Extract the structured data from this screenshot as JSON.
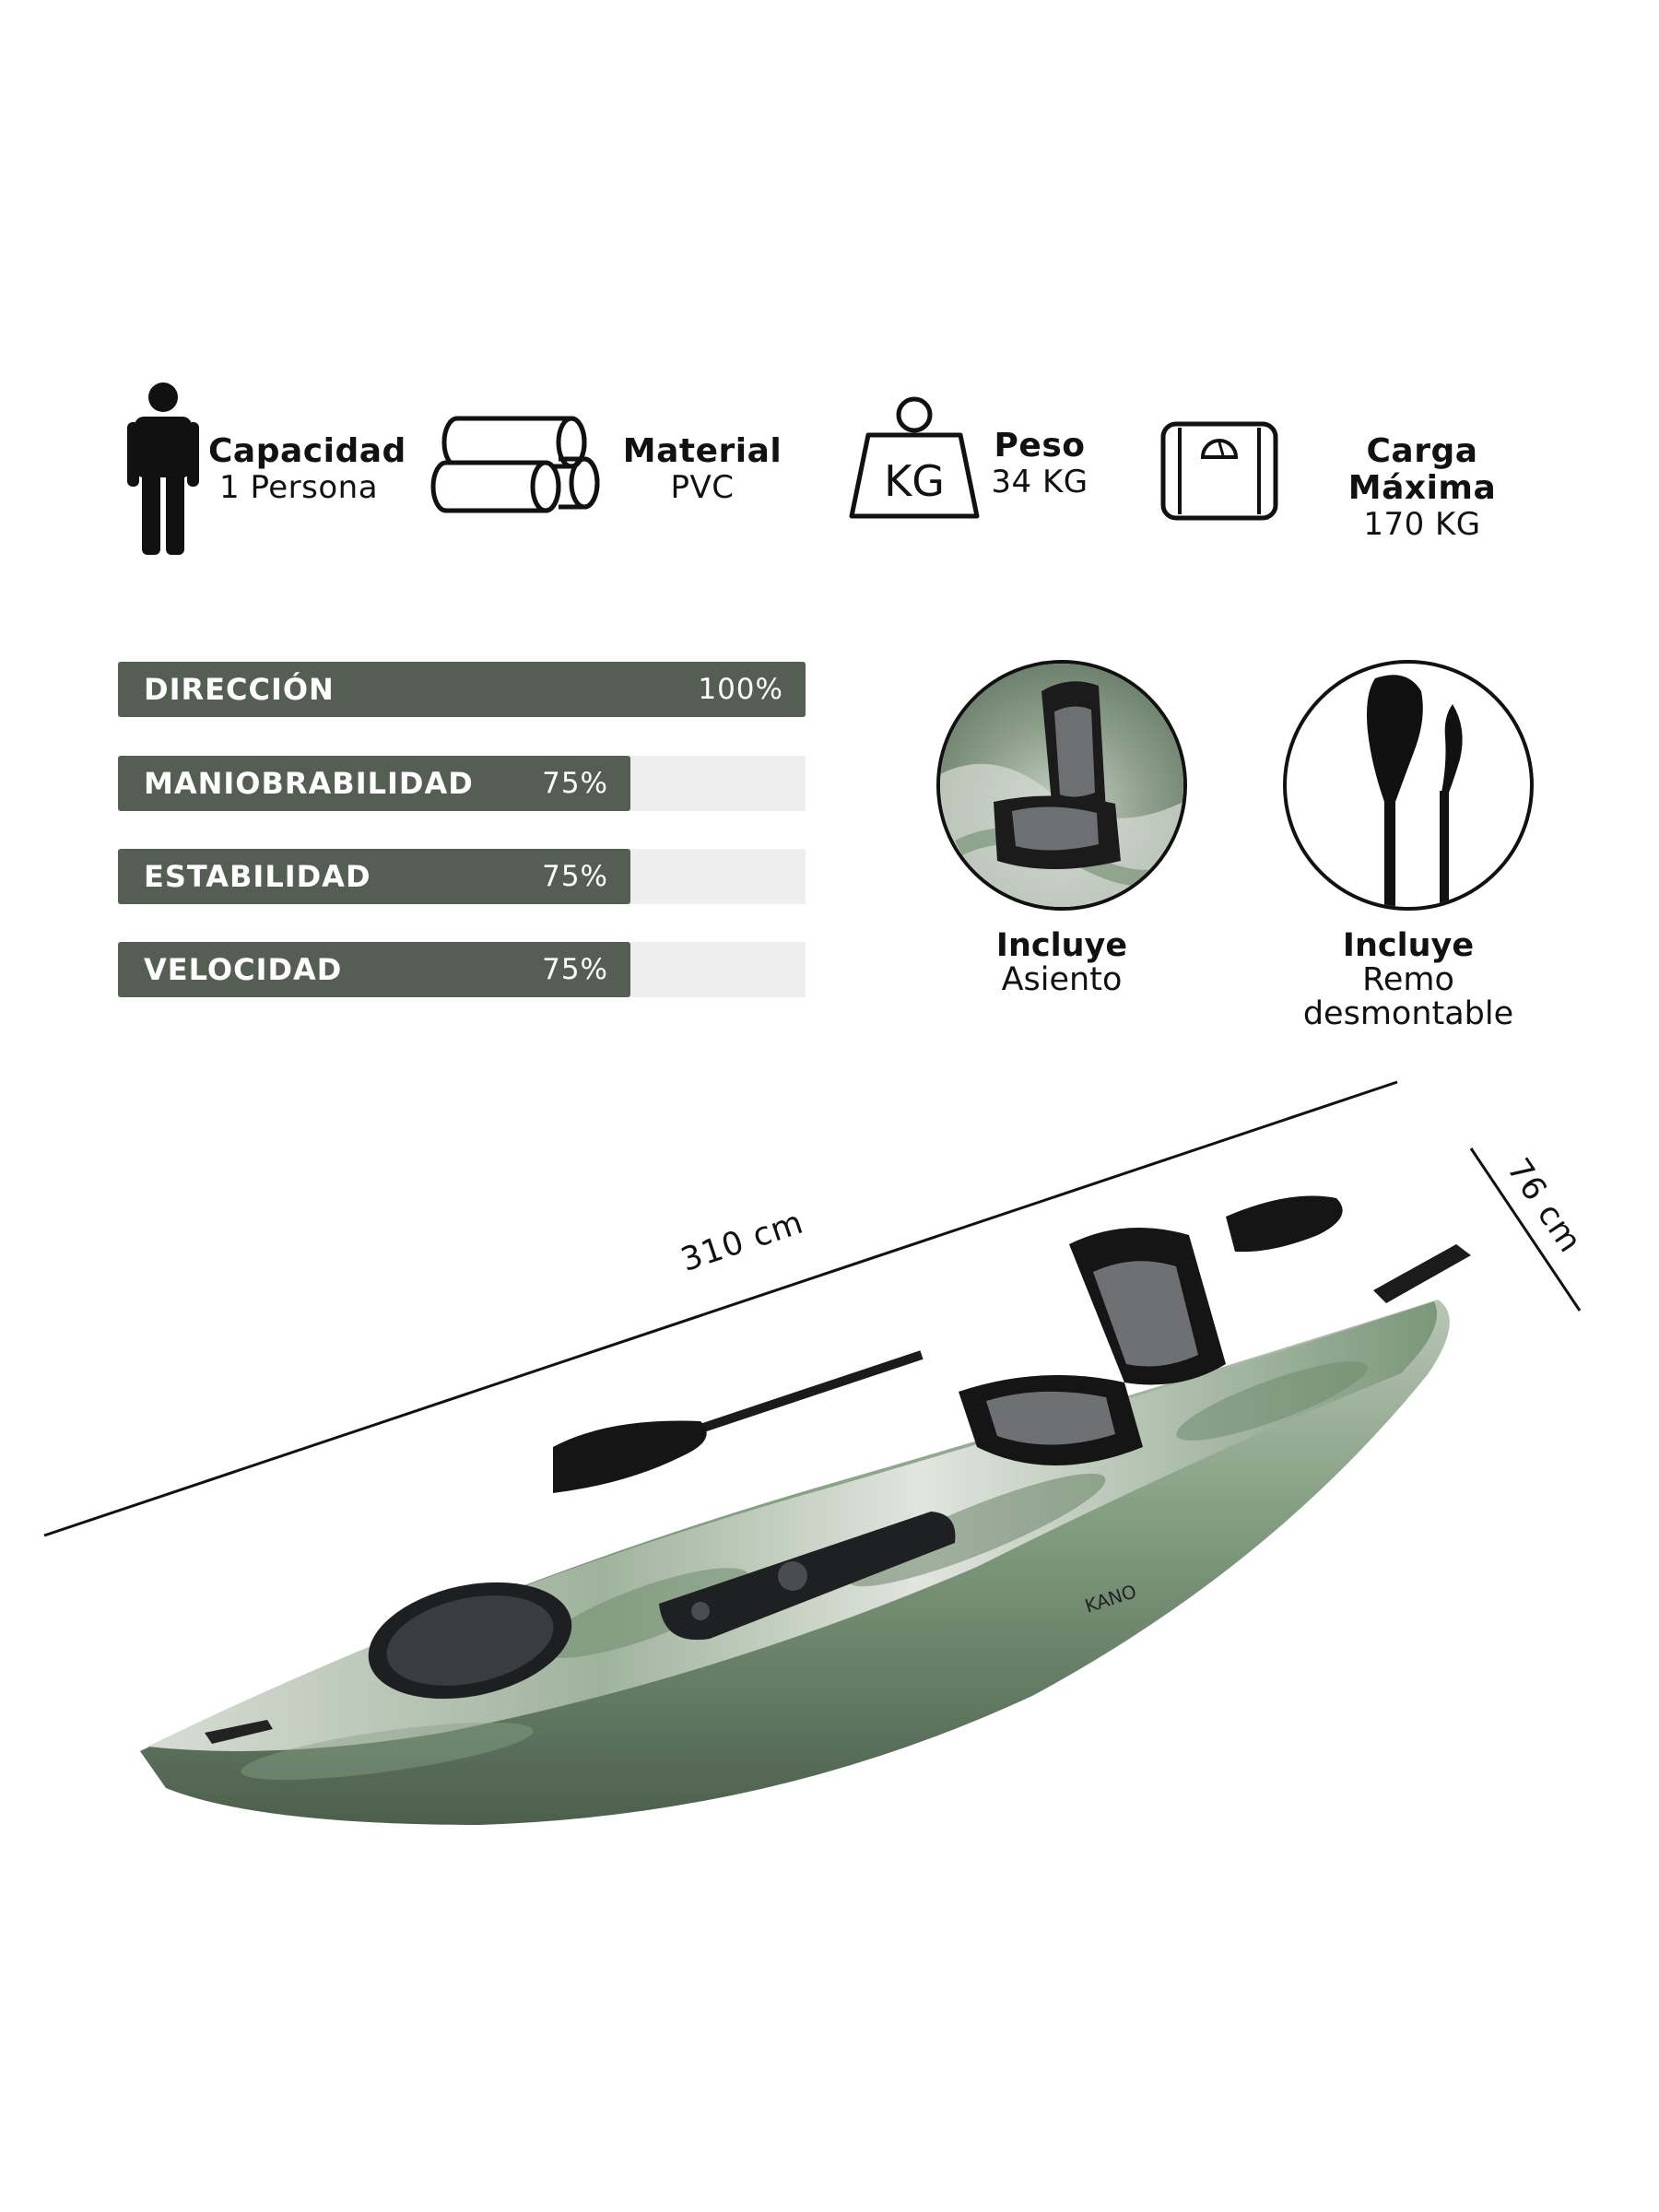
{
  "specs": [
    {
      "title": "Capacidad",
      "value": "1 Persona",
      "icon": "person-icon"
    },
    {
      "title": "Material",
      "value": "PVC",
      "icon": "pvc-rolls-icon"
    },
    {
      "title": "Peso",
      "value": "34 KG",
      "icon": "weight-icon",
      "icon_text": "KG"
    },
    {
      "title": "Carga Máxima",
      "value": "170 KG",
      "icon": "scale-icon"
    }
  ],
  "ratings": [
    {
      "label": "DIRECCIÓN",
      "percent_text": "100%",
      "percent": 100
    },
    {
      "label": "MANIOBRABILIDAD",
      "percent_text": "75%",
      "percent": 75
    },
    {
      "label": "ESTABILIDAD",
      "percent_text": "75%",
      "percent": 75
    },
    {
      "label": "VELOCIDAD",
      "percent_text": "75%",
      "percent": 75
    }
  ],
  "includes": [
    {
      "title": "Incluye",
      "lines": [
        "Asiento"
      ],
      "icon": "seat-icon"
    },
    {
      "title": "Incluye",
      "lines": [
        "Remo",
        "desmontable"
      ],
      "icon": "paddle-icon"
    }
  ],
  "dimensions": {
    "length": "310 cm",
    "width": "76 cm"
  },
  "kayak": {
    "brand_text": "KANO"
  },
  "colors": {
    "bar_fill": "#545e52",
    "bar_track": "#eeeeee",
    "camo_green": "#6f8a6e"
  }
}
